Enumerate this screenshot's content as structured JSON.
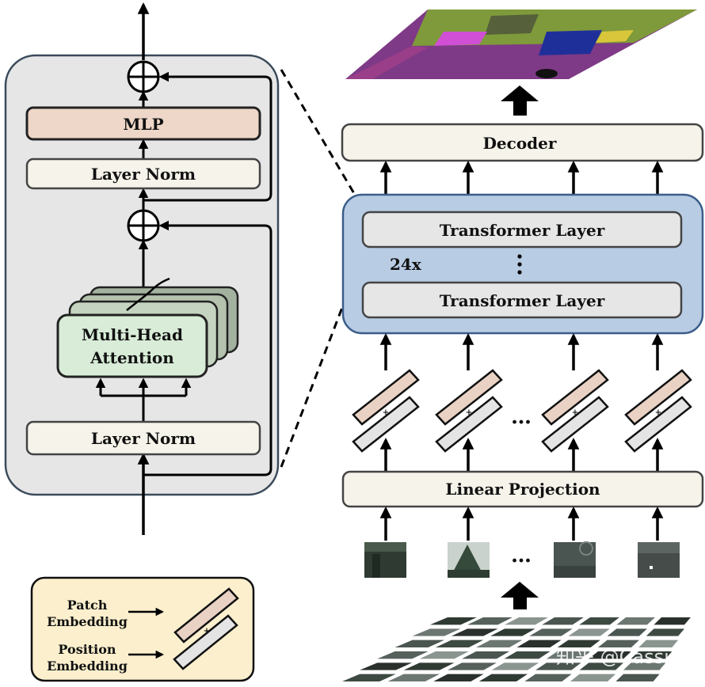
{
  "encoder_block": {
    "mlp_label": "MLP",
    "layer_norm_top_label": "Layer Norm",
    "mha_label_line1": "Multi-Head",
    "mha_label_line2": "Attention",
    "layer_norm_bottom_label": "Layer Norm"
  },
  "legend": {
    "patch_line1": "Patch",
    "patch_line2": "Embedding",
    "position_line1": "Position",
    "position_line2": "Embedding"
  },
  "pipeline": {
    "decoder_label": "Decoder",
    "transformer_layer_top_label": "Transformer Layer",
    "transformer_layer_bottom_label": "Transformer Layer",
    "repeat_label": "24x",
    "linear_projection_label": "Linear Projection",
    "ellipsis": "…",
    "vertical_ellipsis": "⋮",
    "plus": "+"
  },
  "watermark": "知乎 @Cassie",
  "colors": {
    "encoder_panel_fill": "#e6e6e6",
    "encoder_panel_border": "#3a4a5a",
    "mlp_fill": "#eed7c8",
    "layer_norm_fill": "#f6f3ea",
    "mha_fill": "#d8ecd7",
    "mha_shadow_fill": "#aebba9",
    "transformer_panel_fill": "#b8cce4",
    "transformer_panel_border": "#3b5d8a",
    "transformer_layer_fill": "#e6e6e6",
    "legend_fill": "#fbefcd",
    "patch_embedding_fill": "#e9d2c4",
    "position_embedding_fill": "#e4e4e4"
  }
}
